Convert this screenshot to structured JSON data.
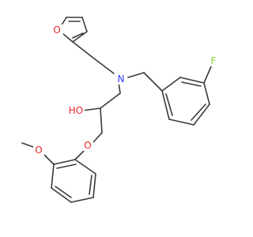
{
  "molecule": {
    "atoms": {
      "furan_o": {
        "text": "O",
        "color": "#e8262b"
      },
      "amine_n": {
        "text": "N",
        "color": "#2f3cff"
      },
      "fluorine": {
        "text": "F",
        "color": "#8fd13a"
      },
      "hydroxyl": {
        "text": "HO",
        "color": "#e8262b"
      },
      "ether_o": {
        "text": "O",
        "color": "#e8262b"
      },
      "methoxy_o": {
        "text": "O",
        "color": "#e8262b"
      }
    },
    "bond_color": "#3a3a3a"
  }
}
